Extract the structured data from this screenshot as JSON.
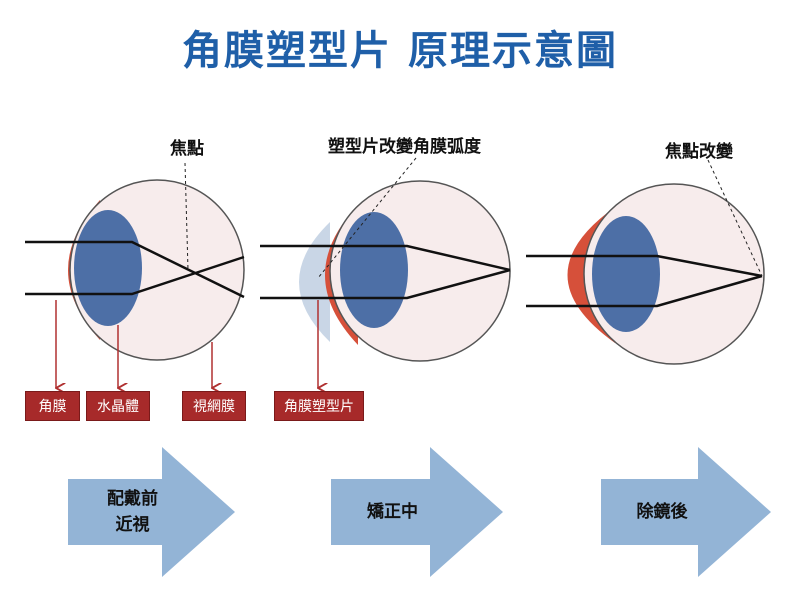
{
  "title": "角膜塑型片 原理示意圖",
  "callouts": {
    "focus_point": "焦點",
    "lens_changes_curvature": "塑型片改變角膜弧度",
    "focus_changed": "焦點改變"
  },
  "tags": {
    "cornea": "角膜",
    "lens": "水晶體",
    "retina": "視網膜",
    "ortho_k_lens": "角膜塑型片"
  },
  "arrows": {
    "before_line1": "配戴前",
    "before_line2": "近視",
    "during": "矯正中",
    "after": "除鏡後"
  },
  "colors": {
    "title": "#1f5fa8",
    "cornea": "#d6503a",
    "lens": "#4d6fa6",
    "eyeball": "#f7ecec",
    "ortho_k": "#c9d6e6",
    "tag": "#a72a2a",
    "arrow": "#93b4d6"
  }
}
